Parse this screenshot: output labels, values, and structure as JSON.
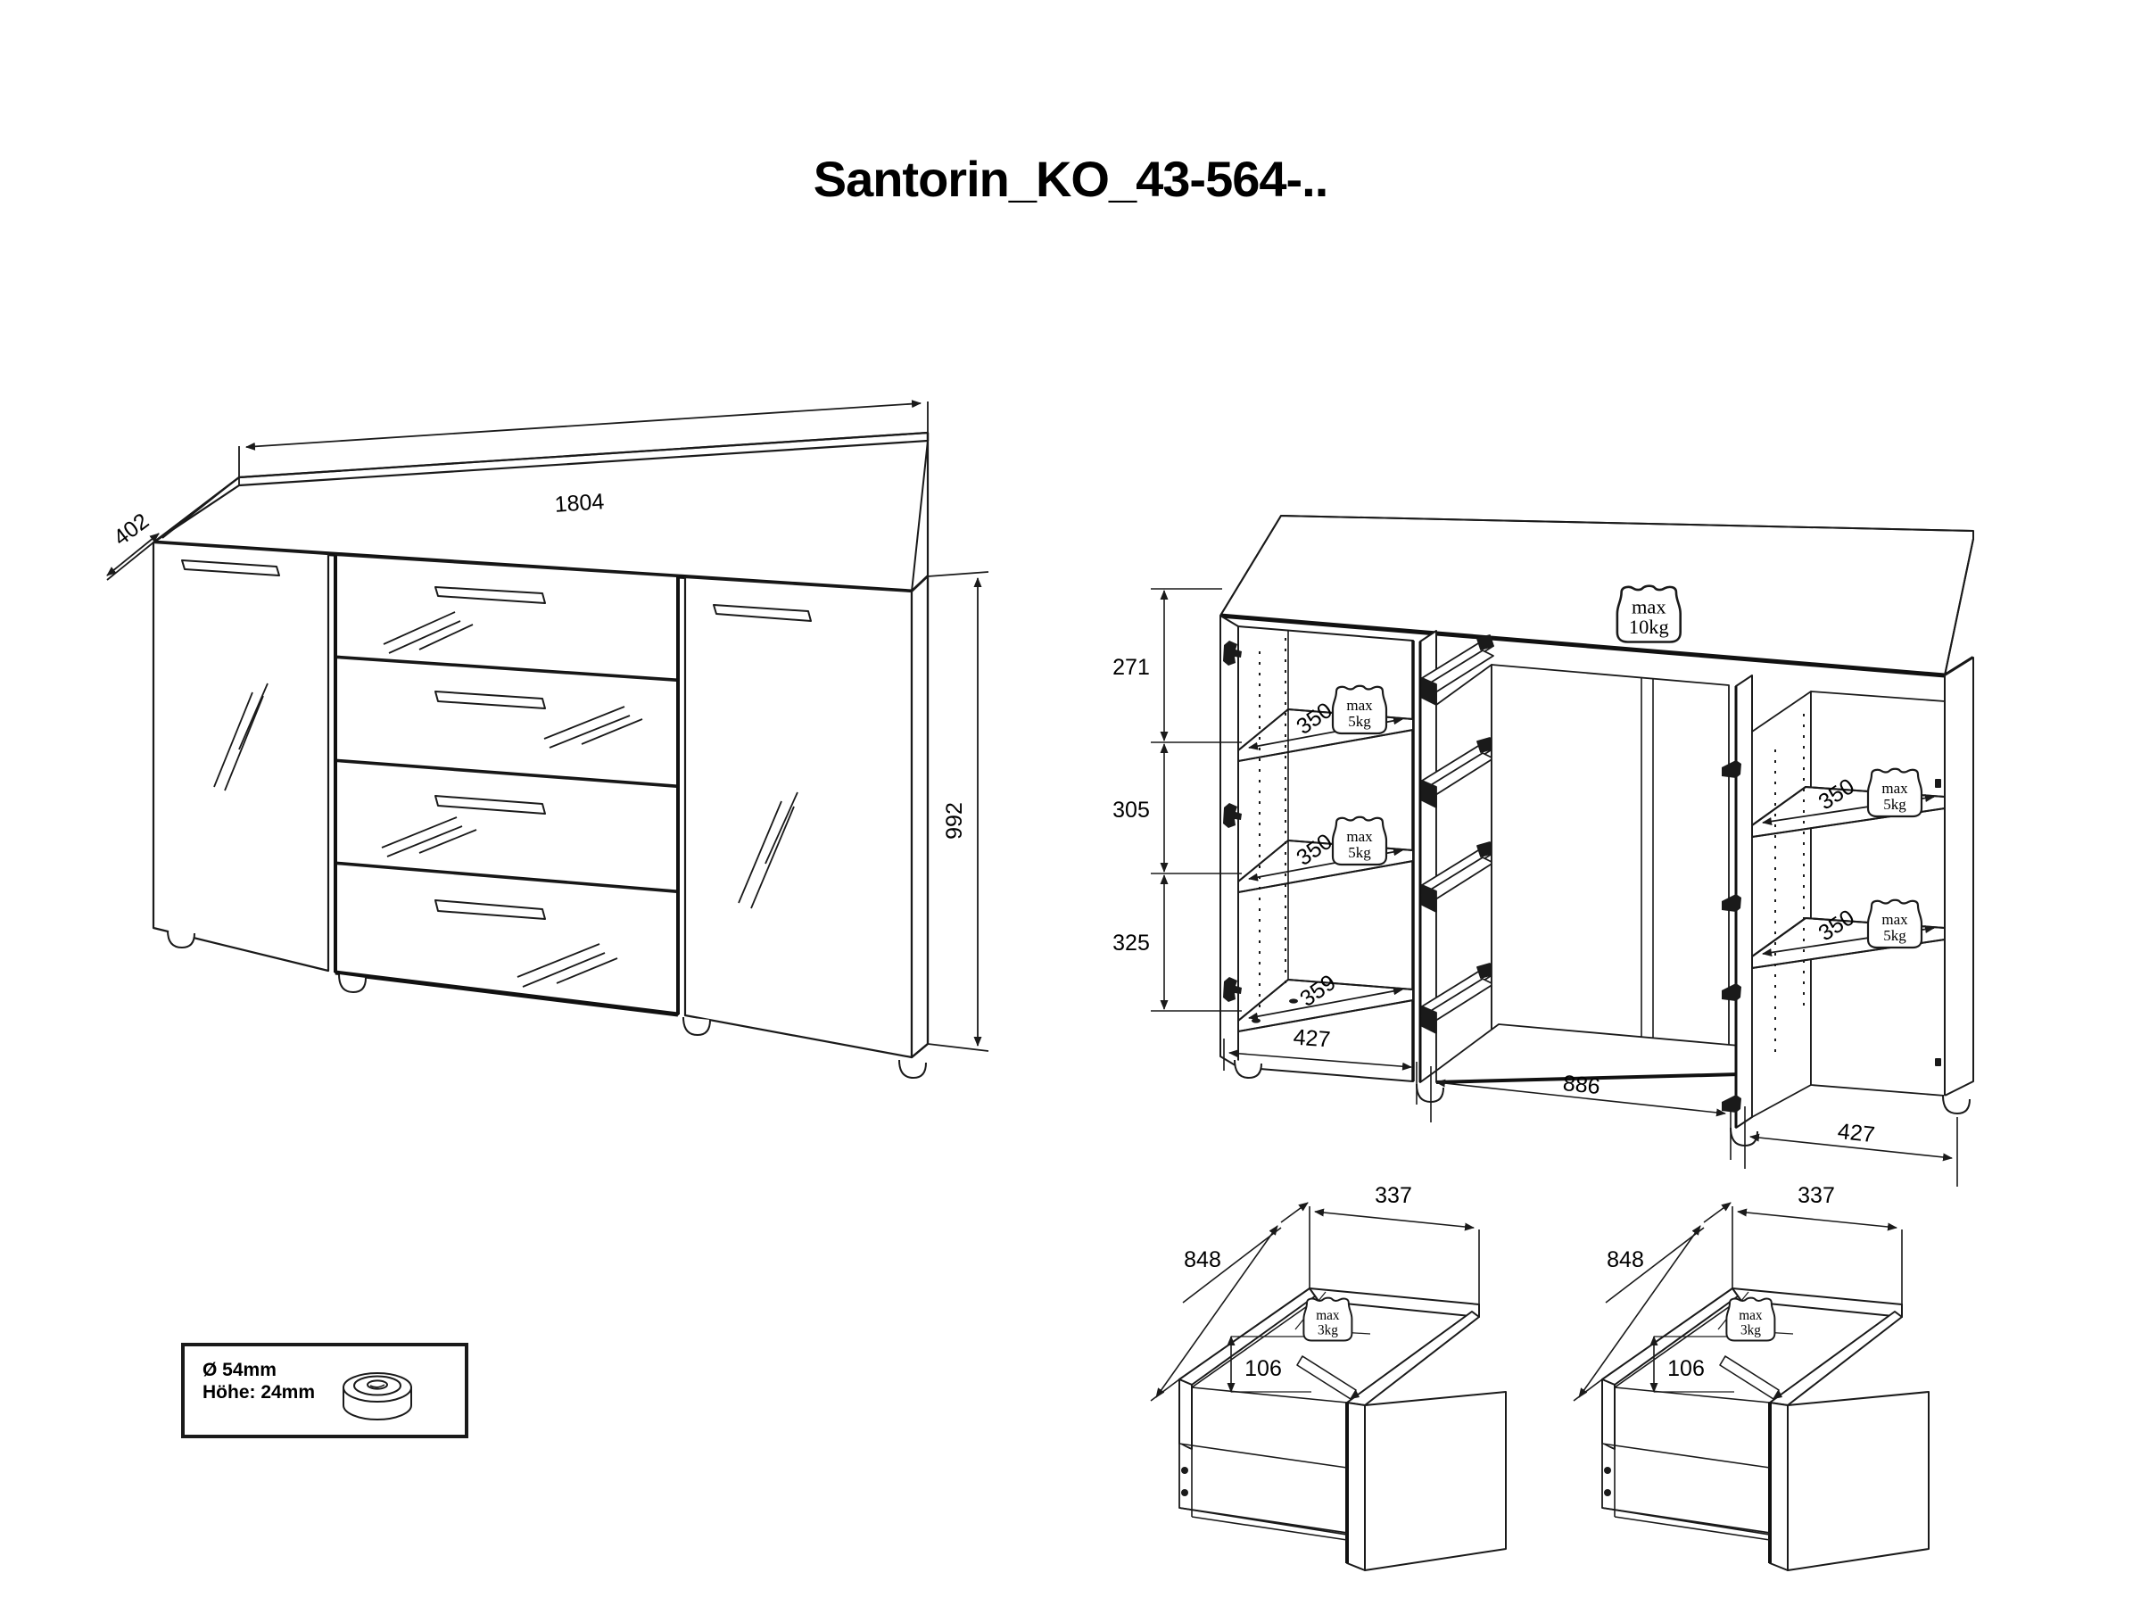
{
  "document": {
    "title": "Santorin_KO_43-564-..",
    "type": "furniture-assembly-dimension-drawing"
  },
  "views": {
    "exterior": {
      "name": "sideboard-exterior-isometric",
      "dimensions": {
        "width": "1804",
        "depth": "402",
        "height": "992"
      },
      "parts": {
        "left_door": "left-hinged-door",
        "right_door": "right-hinged-door",
        "drawers_count": 4
      }
    },
    "interior": {
      "name": "sideboard-interior-isometric",
      "vertical_dimensions": [
        "271",
        "305",
        "325"
      ],
      "horizontal_dimensions": {
        "left_compartment": "427",
        "middle_compartment": "886",
        "right_compartment": "427"
      },
      "top_load": {
        "label_line1": "max",
        "label_line2": "10kg"
      },
      "left_shelves": [
        {
          "depth": "350",
          "load_line1": "max",
          "load_line2": "5kg"
        },
        {
          "depth": "350",
          "load_line1": "max",
          "load_line2": "5kg"
        }
      ],
      "left_bottom": {
        "depth": "359"
      },
      "right_shelves": [
        {
          "depth": "350",
          "load_line1": "max",
          "load_line2": "5kg"
        },
        {
          "depth": "350",
          "load_line1": "max",
          "load_line2": "5kg"
        }
      ],
      "drawer_runners_count": 4
    },
    "drawer_detail_left": {
      "name": "drawer-box-detail",
      "length": "848",
      "width": "337",
      "height": "106",
      "load_line1": "max",
      "load_line2": "3kg"
    },
    "drawer_detail_right": {
      "name": "drawer-box-detail",
      "length": "848",
      "width": "337",
      "height": "106",
      "load_line1": "max",
      "load_line2": "3kg"
    },
    "foot_detail": {
      "name": "adjustable-foot-detail",
      "diameter_label": "Ø 54mm",
      "height_label": "Höhe: 24mm"
    }
  },
  "colors": {
    "line": "#1a1a1a",
    "edge_dark": "#111111",
    "background": "#ffffff"
  }
}
